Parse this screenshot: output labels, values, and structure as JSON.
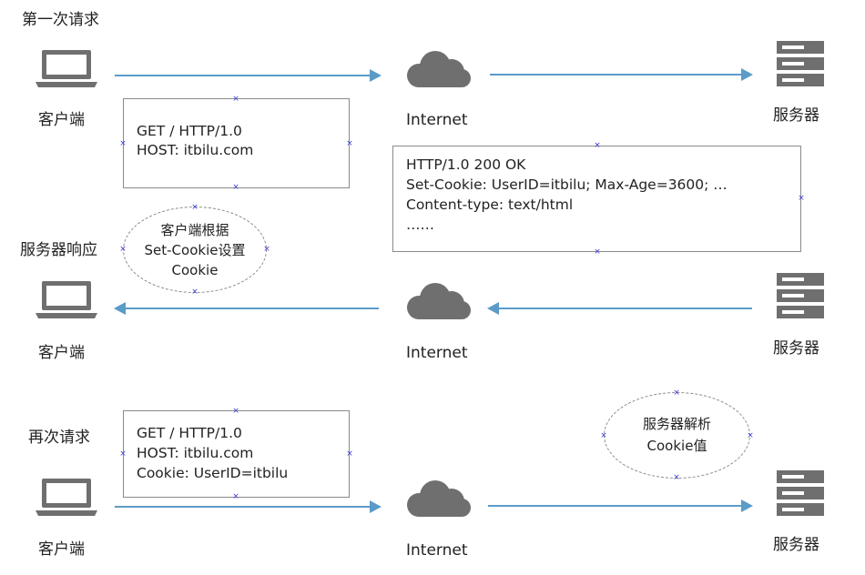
{
  "colors": {
    "arrow": "#5b9bc8",
    "icon": "#6f6f6f",
    "box_border": "#8a8a8a",
    "ellipse_border": "#888888",
    "marker": "#3b3bd6"
  },
  "icons": {
    "client": "laptop-icon",
    "internet": "cloud-icon",
    "server": "server-rack-icon"
  },
  "labels": {
    "first_request": "第一次请求",
    "server_response": "服务器响应",
    "repeat_request": "再次请求",
    "client": "客户端",
    "internet": "Internet",
    "server": "服务器"
  },
  "request1": [
    "GET / HTTP/1.0",
    "HOST: itbilu.com"
  ],
  "response": [
    "HTTP/1.0 200 OK",
    "Set-Cookie: UserID=itbilu; Max-Age=3600; …",
    "Content-type: text/html",
    "……"
  ],
  "note_client": [
    "客户端根据",
    "Set-Cookie设置",
    "Cookie"
  ],
  "request2": [
    "GET / HTTP/1.0",
    "HOST: itbilu.com",
    "Cookie: UserID=itbilu"
  ],
  "note_server": [
    "服务器解析",
    "Cookie值"
  ]
}
